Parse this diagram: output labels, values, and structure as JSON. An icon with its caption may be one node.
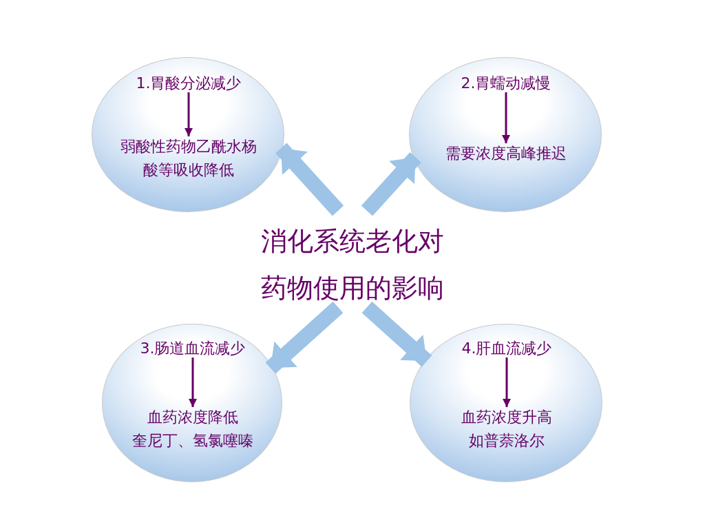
{
  "diagram": {
    "nodes": [
      {
        "text": [],
        "shape": "circle"
      },
      {
        "text": [
          "1.胃酸分泌减少"
        ],
        "in": 0
      },
      {
        "text": [
          "弱酸性药物乙酰水杨酸等吸收降低"
        ],
        "in": 0
      },
      {
        "text": [],
        "shape": "circle"
      },
      {
        "text": [
          "2.胃蠕动减慢"
        ],
        "in": 3
      },
      {
        "text": [
          "需要浓度高峰推迟"
        ],
        "in": 3
      },
      {
        "text": [
          "消化系统老化对药物使用的影响"
        ]
      },
      {
        "text": [],
        "shape": "circle"
      },
      {
        "text": [
          "3.肠道血流减少"
        ],
        "in": 7
      },
      {
        "text": [
          "血药浓度降低",
          "奎尼丁、氢氯噻嗪"
        ],
        "in": 7
      },
      {
        "text": [],
        "shape": "circle"
      },
      {
        "text": [
          "4.肝血流减少"
        ],
        "in": 10
      },
      {
        "text": [
          "血药浓度升高",
          "如普萘洛尔"
        ],
        "in": 10
      }
    ],
    "edges": [
      {
        "from": 1,
        "to": 2,
        "arrow": "to"
      },
      {
        "from": 4,
        "to": 5,
        "arrow": "to"
      },
      {
        "from": 6,
        "to": 0,
        "arrow": "to",
        "style": "thick",
        "color": "#9dc3e6"
      },
      {
        "from": 6,
        "to": 3,
        "arrow": "to",
        "style": "thick",
        "color": "#9dc3e6"
      },
      {
        "from": 6,
        "to": 7,
        "arrow": "to",
        "style": "thick",
        "color": "#9dc3e6"
      },
      {
        "from": 6,
        "to": 10,
        "arrow": "to",
        "style": "thick",
        "color": "#9dc3e6"
      },
      {
        "from": 8,
        "to": 9,
        "arrow": "to"
      },
      {
        "from": 11,
        "to": 12,
        "arrow": "to"
      }
    ]
  }
}
